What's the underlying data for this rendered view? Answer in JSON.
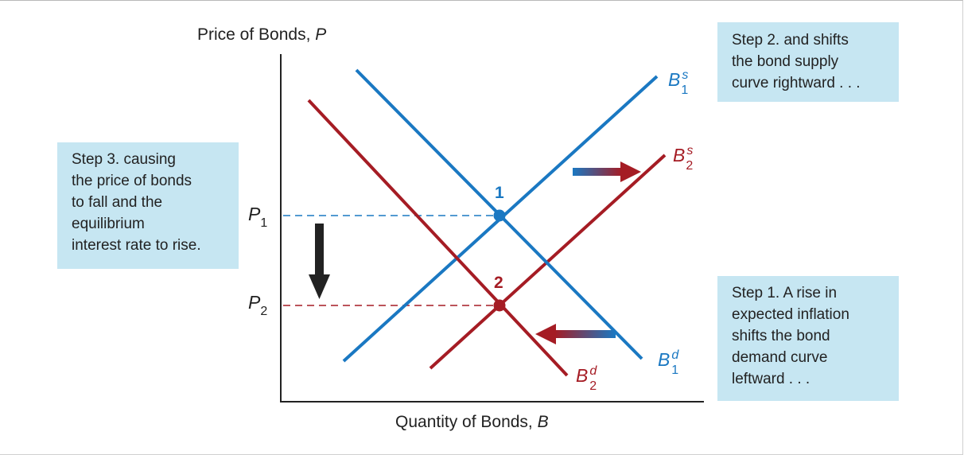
{
  "axes": {
    "y_title": "Price of Bonds, ",
    "y_title_var": "P",
    "x_title": "Quantity of Bonds, ",
    "x_title_var": "B"
  },
  "ticks": {
    "p1": {
      "main": "P",
      "sub": "1"
    },
    "p2": {
      "main": "P",
      "sub": "2"
    }
  },
  "curves": {
    "bs1": {
      "main": "B",
      "sup": "s",
      "sub": "1"
    },
    "bs2": {
      "main": "B",
      "sup": "s",
      "sub": "2"
    },
    "bd1": {
      "main": "B",
      "sup": "d",
      "sub": "1"
    },
    "bd2": {
      "main": "B",
      "sup": "d",
      "sub": "2"
    }
  },
  "points": {
    "eq1": "1",
    "eq2": "2"
  },
  "notes": {
    "step2": "Step 2. and shifts\nthe bond supply\ncurve rightward . . .",
    "step3": "Step 3. causing\nthe price of bonds\nto fall and the\nequilibrium\ninterest rate to rise.",
    "step1": "Step 1. A rise in\nexpected inflation\nshifts the bond\ndemand curve\nleftward . . ."
  },
  "colors": {
    "blue": "#1a78c2",
    "red": "#a51c24",
    "axis": "#222222",
    "note_bg": "#c6e6f2"
  }
}
